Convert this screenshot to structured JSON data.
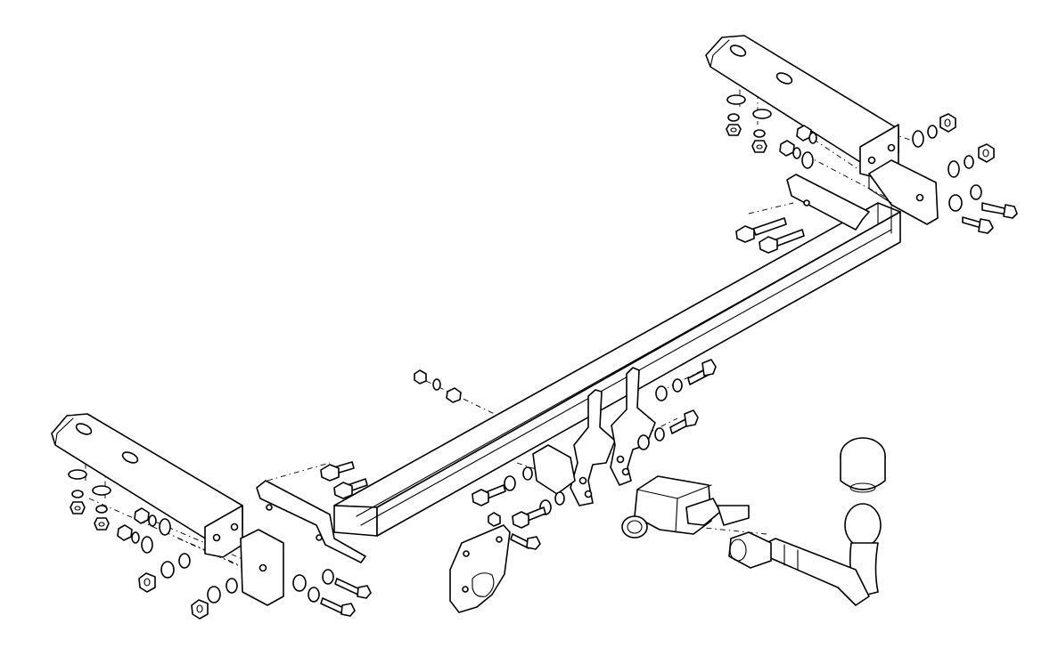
{
  "drawing": {
    "kind": "exploded-assembly",
    "colors": {
      "line": "#000000",
      "background": "#ffffff"
    },
    "parts": [
      "cross-beam",
      "left-side-bracket",
      "right-side-bracket",
      "left-mounting-plate",
      "right-mounting-plate",
      "center-hanger-plates",
      "socket-plate",
      "ball-neck",
      "lock-receiver",
      "bolts",
      "washers",
      "nuts"
    ]
  }
}
